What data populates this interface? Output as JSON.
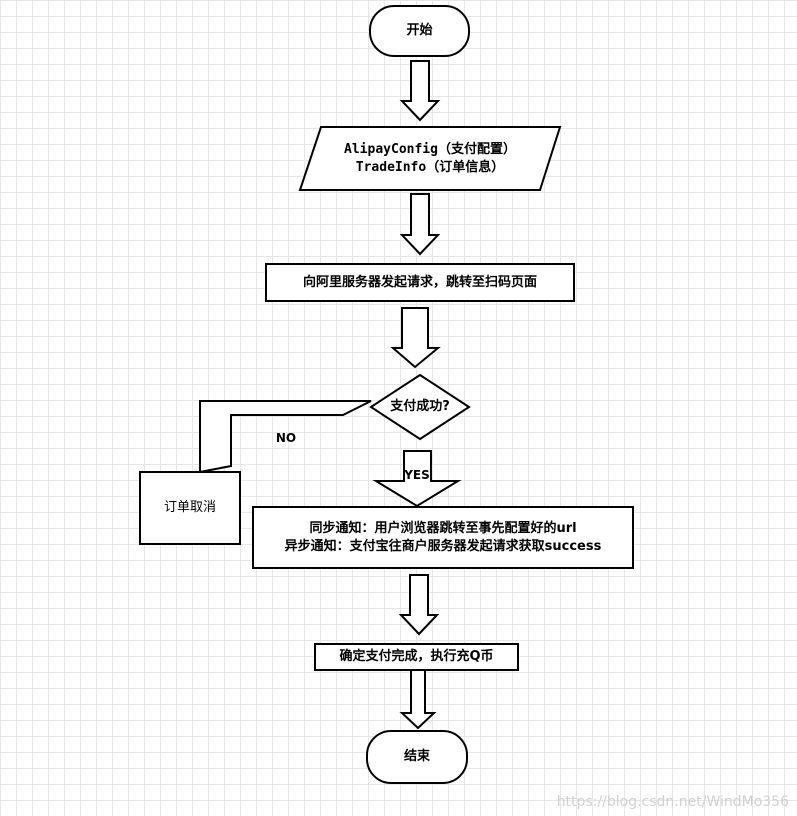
{
  "nodes": {
    "start": "开始",
    "config_line1": "AlipayConfig（支付配置）",
    "config_line2": "TradeInfo（订单信息）",
    "request": "向阿里服务器发起请求，跳转至扫码页面",
    "decision": "支付成功?",
    "no_label": "NO",
    "yes_label": "YES",
    "cancel": "订单取消",
    "notify_line1": "同步通知：用户浏览器跳转至事先配置好的url",
    "notify_line2": "异步通知：支付宝往商户服务器发起请求获取success",
    "complete": "确定支付完成，执行充Q币",
    "end": "结束"
  },
  "watermark": "https://blog.csdn.net/WindMo356",
  "colors": {
    "stroke": "#000000",
    "fill": "#ffffff",
    "grid": "#e6e6e6"
  }
}
